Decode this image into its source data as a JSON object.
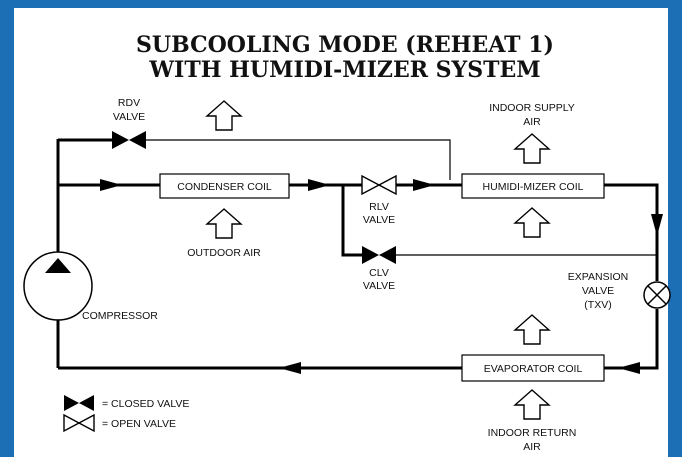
{
  "title": {
    "line1": "SUBCOOLING MODE (REHEAT 1)",
    "line2": "WITH HUMIDI-MIZER SYSTEM"
  },
  "components": {
    "condenser_coil": "CONDENSER COIL",
    "humidimizer_coil": "HUMIDI-MIZER COIL",
    "evaporator_coil": "EVAPORATOR COIL",
    "compressor": "COMPRESSOR"
  },
  "valves": {
    "rdv": {
      "line1": "RDV",
      "line2": "VALVE",
      "state": "closed"
    },
    "rlv": {
      "line1": "RLV",
      "line2": "VALVE",
      "state": "open"
    },
    "clv": {
      "line1": "CLV",
      "line2": "VALVE",
      "state": "closed"
    },
    "expansion": {
      "line1": "EXPANSION",
      "line2": "VALVE",
      "line3": "(TXV)"
    }
  },
  "airflows": {
    "outdoor_air": "OUTDOOR AIR",
    "indoor_supply": {
      "line1": "INDOOR SUPPLY",
      "line2": "AIR"
    },
    "indoor_return": {
      "line1": "INDOOR RETURN",
      "line2": "AIR"
    }
  },
  "legend": {
    "closed": "= CLOSED VALVE",
    "open": "= OPEN VALVE"
  },
  "colors": {
    "frame": "#1d6fb5",
    "line": "#000000",
    "background": "#ffffff"
  }
}
